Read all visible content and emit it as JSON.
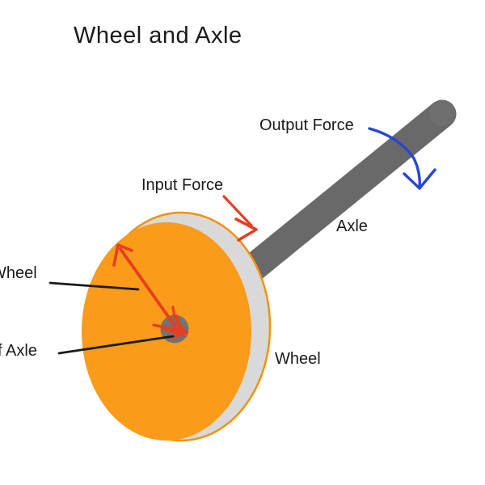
{
  "title": "Wheel and Axle",
  "labels": {
    "output_force": "Output Force",
    "input_force": "Input Force",
    "axle": "Axle",
    "wheel": "Wheel",
    "wheel_radius_clipped": "Wheel",
    "axle_radius_clipped": "f Axle"
  },
  "colors": {
    "background": "#FFFFFF",
    "text_black": "#1A1A1A",
    "line_black": "#1A1A1A",
    "wheel_orange": "#FA9B19",
    "wheel_outline": "#F2920E",
    "rim_gray": "#D9D9D9",
    "axle_gray": "#696969",
    "axle_end_gray": "#6F6F6F",
    "hub_gray": "#737373",
    "arrow_red": "#E93C20",
    "arrow_blue": "#2546D6"
  }
}
